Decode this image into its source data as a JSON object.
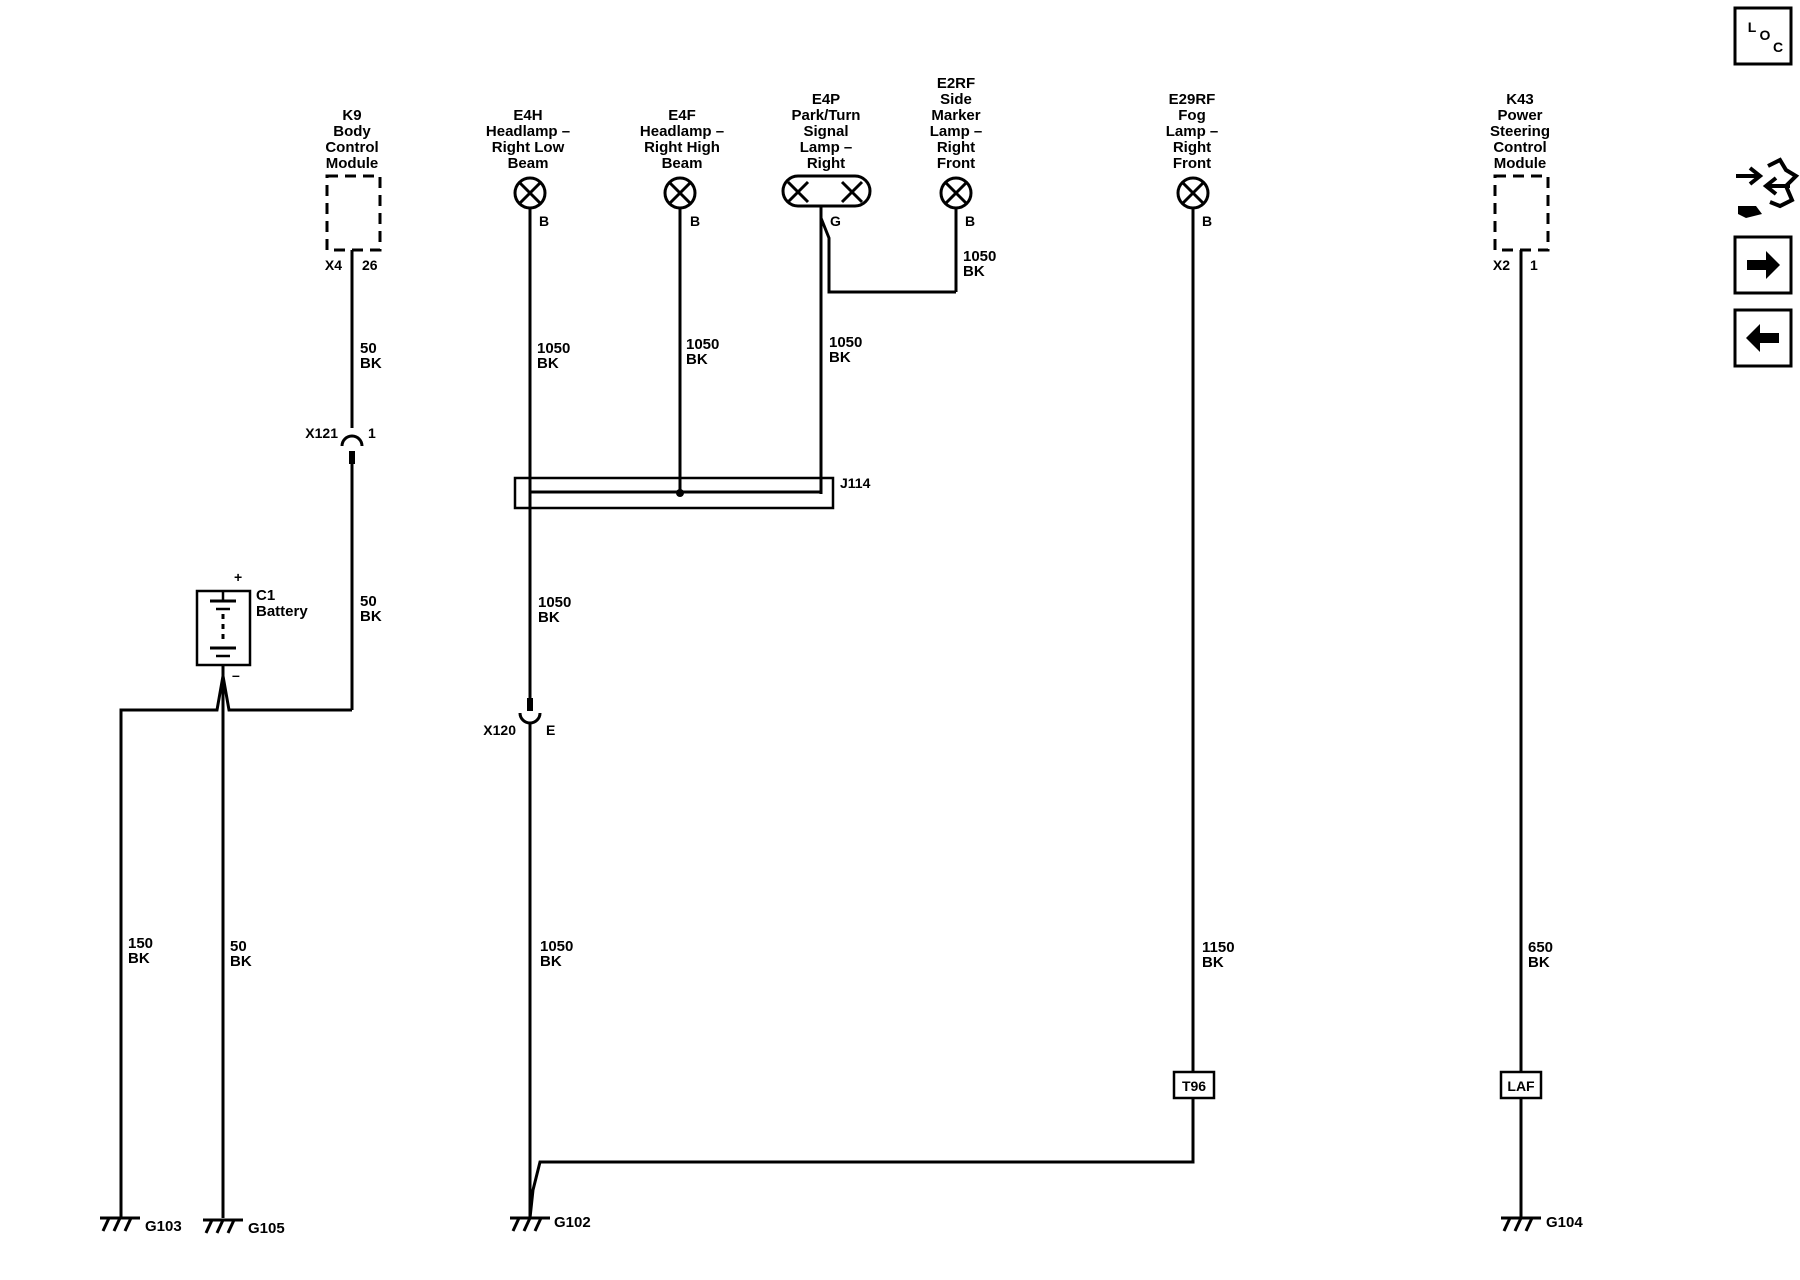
{
  "components": {
    "k9": [
      "K9",
      "Body",
      "Control",
      "Module"
    ],
    "e4h": [
      "E4H",
      "Headlamp –",
      "Right Low",
      "Beam"
    ],
    "e4f": [
      "E4F",
      "Headlamp –",
      "Right High",
      "Beam"
    ],
    "e4p": [
      "E4P",
      "Park/Turn",
      "Signal",
      "Lamp –",
      "Right"
    ],
    "e2rf": [
      "E2RF",
      "Side",
      "Marker",
      "Lamp –",
      "Right",
      "Front"
    ],
    "e29rf": [
      "E29RF",
      "Fog",
      "Lamp –",
      "Right",
      "Front"
    ],
    "k43": [
      "K43",
      "Power",
      "Steering",
      "Control",
      "Module"
    ],
    "c1": [
      "C1",
      "Battery"
    ]
  },
  "pins": {
    "k9_conn": "X4",
    "k9_pin": "26",
    "k43_conn": "X2",
    "k43_pin": "1",
    "e4h_pin": "B",
    "e4f_pin": "B",
    "e4p_pin": "G",
    "e2rf_pin": "B",
    "e29rf_pin": "B",
    "x121": "X121",
    "x121_pin": "1",
    "x120": "X120",
    "x120_pin": "E",
    "j114": "J114",
    "battery_plus": "+",
    "battery_minus": "–"
  },
  "wires": {
    "k9_top": [
      "50",
      "BK"
    ],
    "k9_bottom": [
      "50",
      "BK"
    ],
    "e4h_top": [
      "1050",
      "BK"
    ],
    "e4f_top": [
      "1050",
      "BK"
    ],
    "e4p_top": [
      "1050",
      "BK"
    ],
    "e2rf": [
      "1050",
      "BK"
    ],
    "j114_out": [
      "1050",
      "BK"
    ],
    "x120_out": [
      "1050",
      "BK"
    ],
    "g103": [
      "150",
      "BK"
    ],
    "g105": [
      "50",
      "BK"
    ],
    "e29rf": [
      "1150",
      "BK"
    ],
    "k43": [
      "650",
      "BK"
    ]
  },
  "inline": {
    "t96": "T96",
    "laf": "LAF"
  },
  "grounds": {
    "g103": "G103",
    "g105": "G105",
    "g102": "G102",
    "g104": "G104"
  },
  "nav": {
    "loc": [
      "L",
      "O",
      "C"
    ]
  }
}
